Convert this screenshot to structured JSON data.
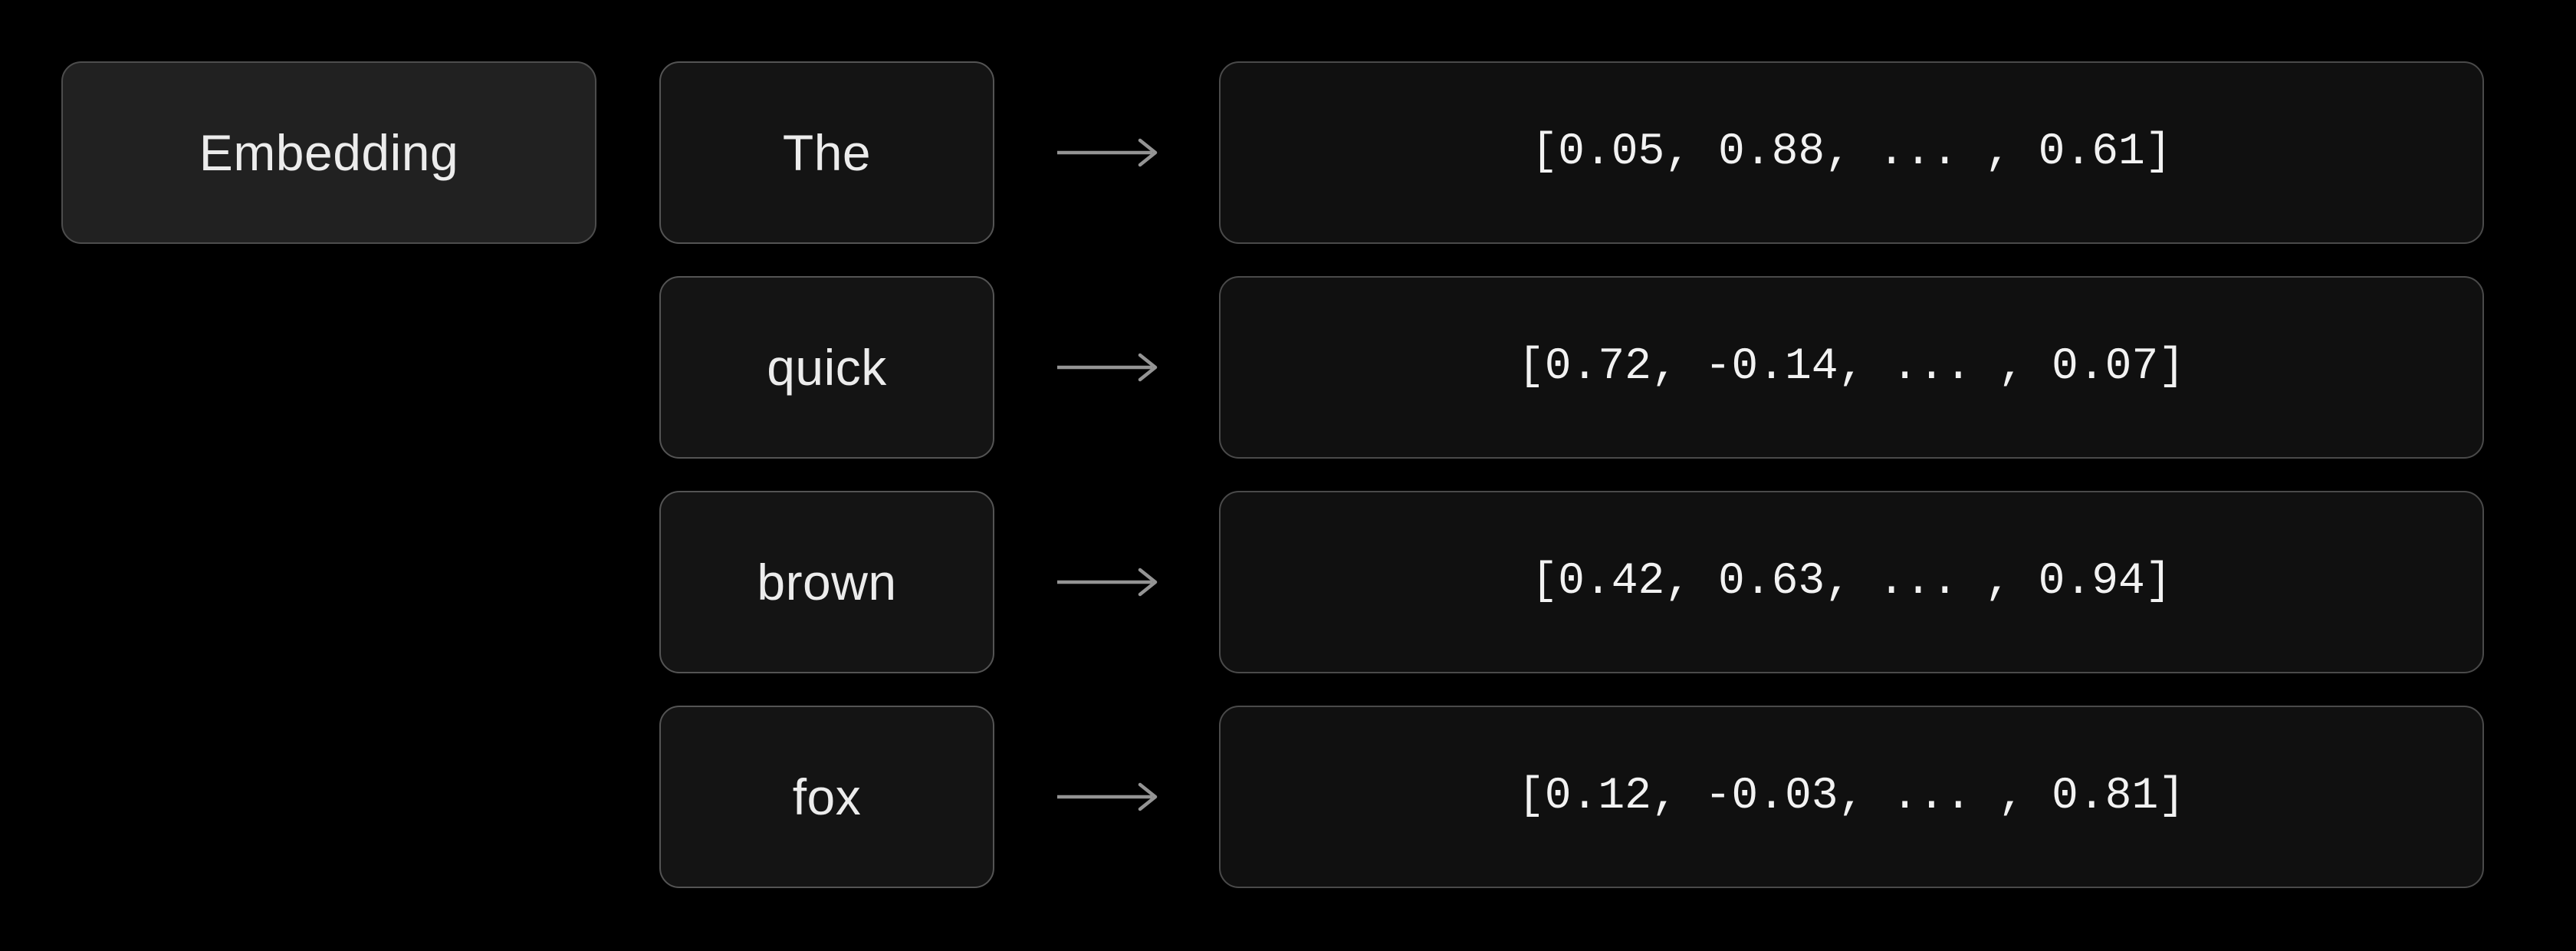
{
  "diagram": {
    "title_box": {
      "label": "Embedding"
    },
    "rows": [
      {
        "word": "The",
        "vector": "[0.05, 0.88, ... , 0.61]"
      },
      {
        "word": "quick",
        "vector": "[0.72, -0.14, ... , 0.07]"
      },
      {
        "word": "brown",
        "vector": "[0.42, 0.63, ... , 0.94]"
      },
      {
        "word": "fox",
        "vector": "[0.12, -0.03, ... , 0.81]"
      }
    ],
    "arrow_icon": "right-arrow",
    "colors": {
      "background": "#000000",
      "embedding_box_fill": "#212121",
      "word_box_fill": "#141414",
      "vector_box_fill": "#101010",
      "box_border": "#4d4d4d",
      "arrow": "#949494",
      "word_text": "#ececec",
      "vector_text": "#f2f2f2"
    }
  }
}
